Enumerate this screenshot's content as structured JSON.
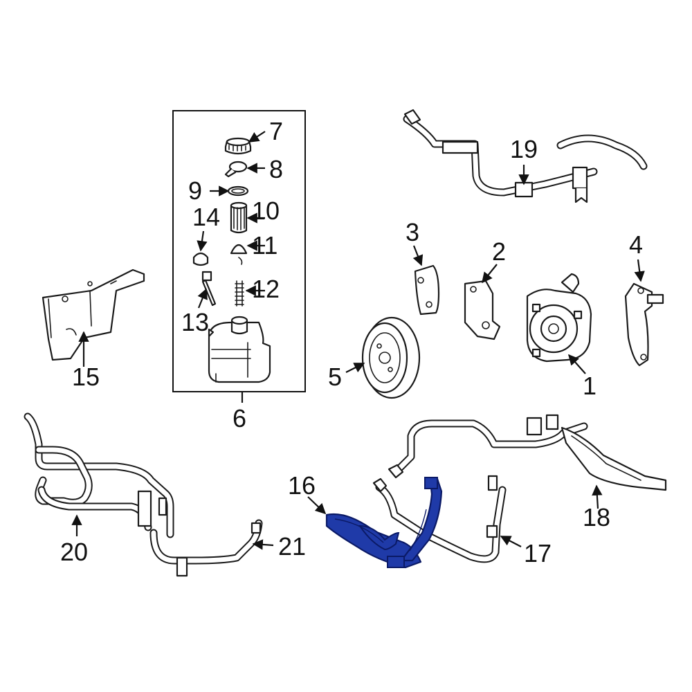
{
  "diagram": {
    "callouts": {
      "c1": "1",
      "c2": "2",
      "c3": "3",
      "c4": "4",
      "c5": "5",
      "c6": "6",
      "c7": "7",
      "c8": "8",
      "c9": "9",
      "c10": "10",
      "c11": "11",
      "c12": "12",
      "c13": "13",
      "c14": "14",
      "c15": "15",
      "c16": "16",
      "c17": "17",
      "c18": "18",
      "c19": "19",
      "c20": "20",
      "c21": "21"
    },
    "colors": {
      "line": "#1a1a1a",
      "highlight": "#1f3aa8",
      "highlight_stroke": "#0b1a66",
      "background": "#ffffff"
    },
    "highlighted_callout": "16"
  }
}
